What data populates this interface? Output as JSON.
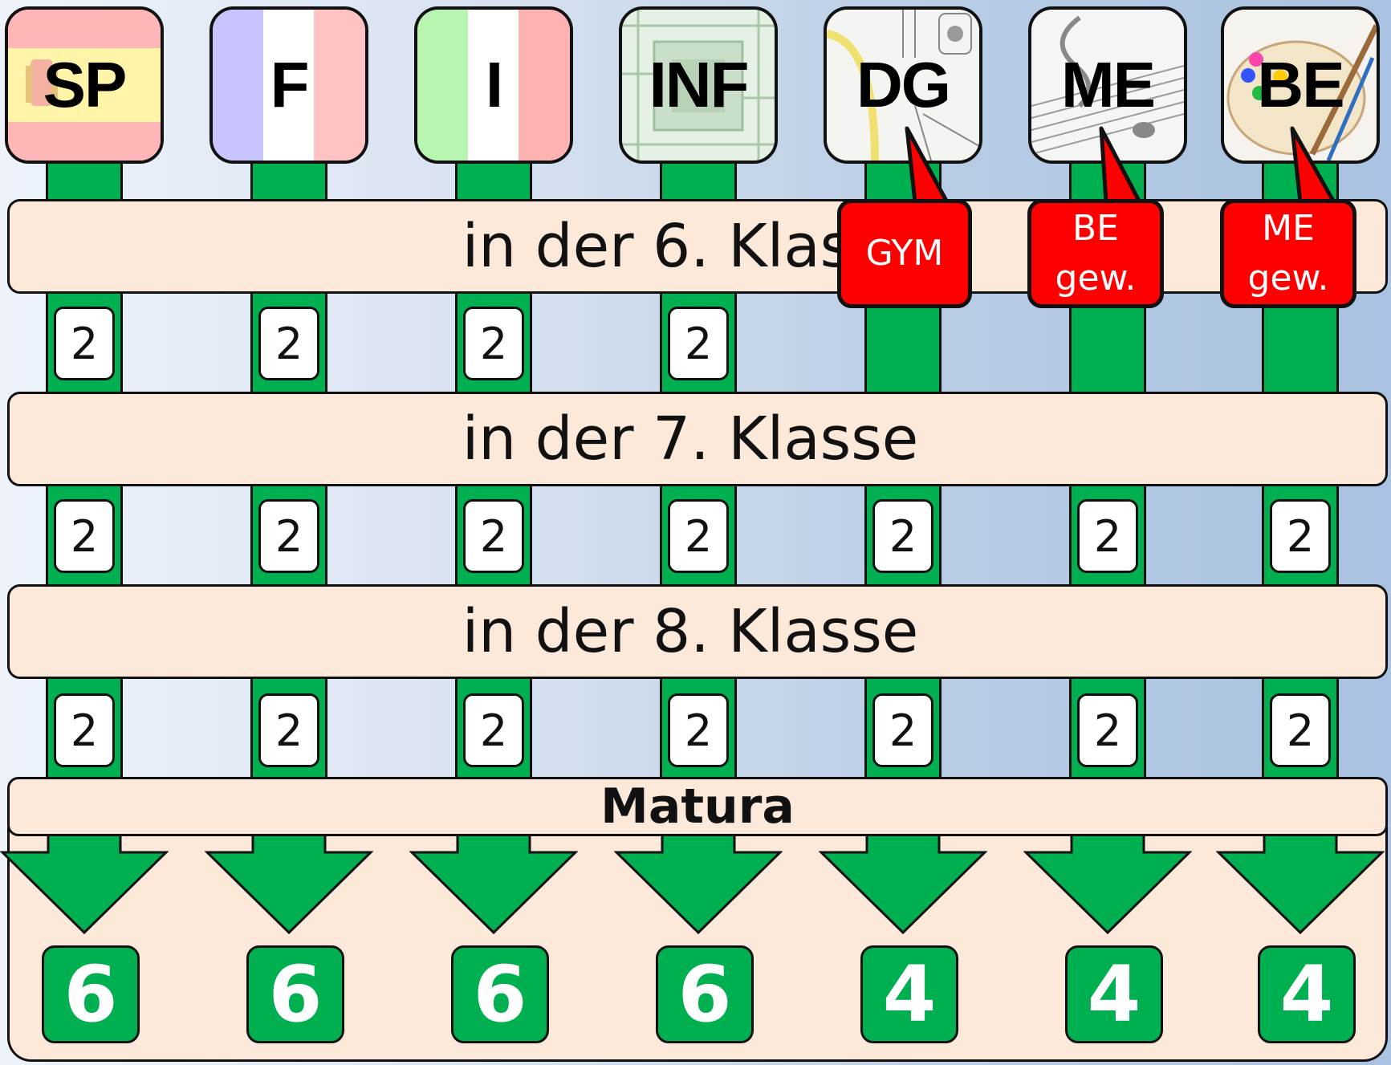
{
  "subjects": [
    {
      "label": "SP",
      "colors": [
        "#ffb6b6",
        "#fff4a8",
        "#ffb6b6"
      ],
      "style": "spain-flag"
    },
    {
      "label": "F",
      "colors": [
        "#c8c4ff",
        "#ffffff",
        "#ffc3c3"
      ],
      "style": "france-flag"
    },
    {
      "label": "I",
      "colors": [
        "#b8f5b0",
        "#ffffff",
        "#ffb2b2"
      ],
      "style": "italy-flag"
    },
    {
      "label": "INF",
      "colors": [
        "#d6ecd6"
      ],
      "style": "circuit-board-image"
    },
    {
      "label": "DG",
      "colors": [
        "#f4f4f0"
      ],
      "style": "drafting-tools-image"
    },
    {
      "label": "ME",
      "colors": [
        "#f4f4f4"
      ],
      "style": "sheet-music-image"
    },
    {
      "label": "BE",
      "colors": [
        "#f2ede6"
      ],
      "style": "paint-palette-image"
    }
  ],
  "bands": {
    "class6": "in der 6. Klasse",
    "class7": "in der 7. Klasse",
    "class8": "in der 8. Klasse",
    "matura": "Matura"
  },
  "callouts": [
    {
      "subject": "DG",
      "line1": "GYM",
      "line2": ""
    },
    {
      "subject": "ME",
      "line1": "BE",
      "line2": "gew."
    },
    {
      "subject": "BE",
      "line1": "ME",
      "line2": "gew."
    }
  ],
  "hours": {
    "class6": [
      "2",
      "2",
      "2",
      "2",
      null,
      null,
      null
    ],
    "class7": [
      "2",
      "2",
      "2",
      "2",
      "2",
      "2",
      "2"
    ],
    "class8": [
      "2",
      "2",
      "2",
      "2",
      "2",
      "2",
      "2"
    ]
  },
  "totals": [
    "6",
    "6",
    "6",
    "6",
    "4",
    "4",
    "4"
  ],
  "colors": {
    "bar_green": "#00b050",
    "band_fill": "#fce9da",
    "callout_red": "#ff0000"
  }
}
